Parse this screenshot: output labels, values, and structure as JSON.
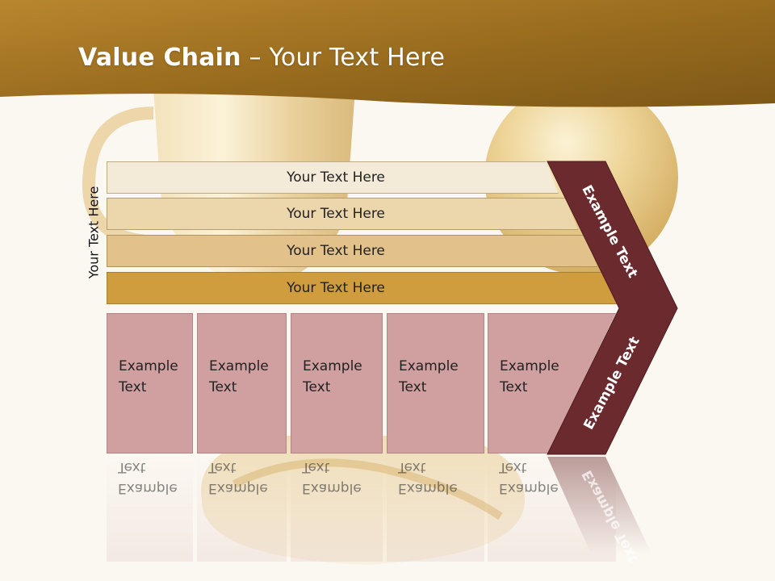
{
  "slide": {
    "title_bold": "Value Chain",
    "title_rest": " – Your Text Here"
  },
  "side_label": "Your Text Here",
  "bars": [
    "Your Text Here",
    "Your Text Here",
    "Your Text Here",
    "Your Text Here"
  ],
  "boxes": [
    "Example\nText",
    "Example\nText",
    "Example\nText",
    "Example\nText",
    "Example\nText"
  ],
  "chevron": {
    "top_label": "Example Text",
    "bottom_label": "Example Text"
  },
  "colors": {
    "header": "#9c6e1c",
    "bar_1": "#f3ead8",
    "bar_2": "#ecd6ac",
    "bar_3": "#e2c28a",
    "bar_4": "#cf9d3e",
    "box": "#d09fa0",
    "chevron": "#6b2b2e"
  }
}
